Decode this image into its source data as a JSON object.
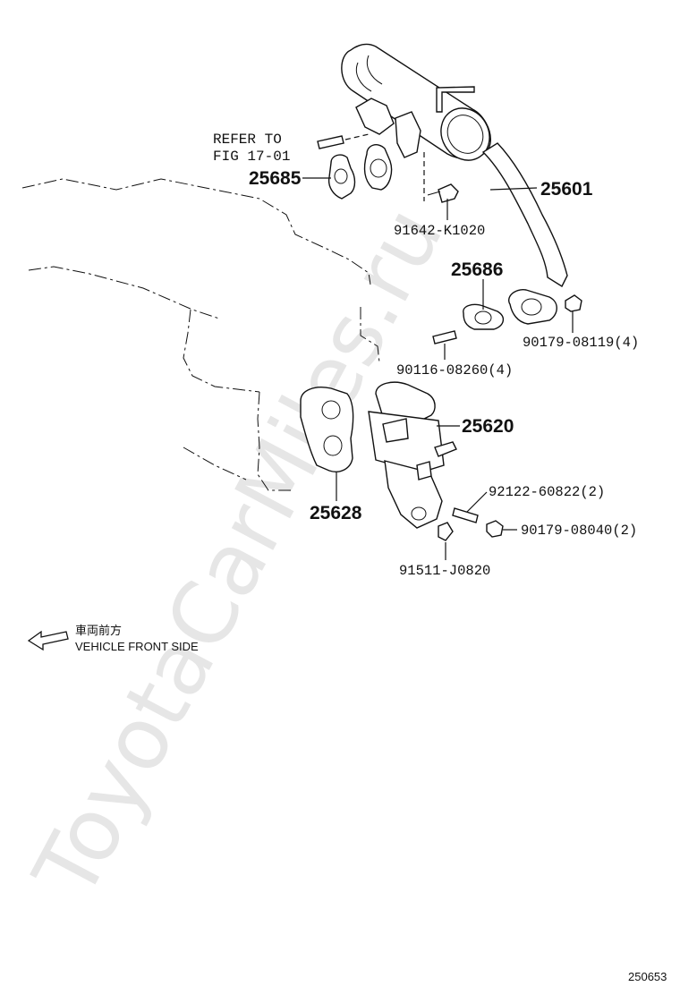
{
  "watermark": "ToyotaCarMiles.ru",
  "figure_id": "250653",
  "note": {
    "line1": "REFER TO",
    "line2": "FIG 17-01"
  },
  "parts": {
    "p25601": "25601",
    "p25685": "25685",
    "p25686": "25686",
    "p25620": "25620",
    "p25628": "25628",
    "p91642": "91642-K1020",
    "p90179a": "90179-08119(4)",
    "p90116": "90116-08260(4)",
    "p92122": "92122-60822(2)",
    "p90179b": "90179-08040(2)",
    "p91511": "91511-J0820"
  },
  "front_direction": {
    "jp": "車両前方",
    "en": "VEHICLE FRONT SIDE"
  },
  "icons": {
    "arrow": "left-arrow-icon"
  }
}
